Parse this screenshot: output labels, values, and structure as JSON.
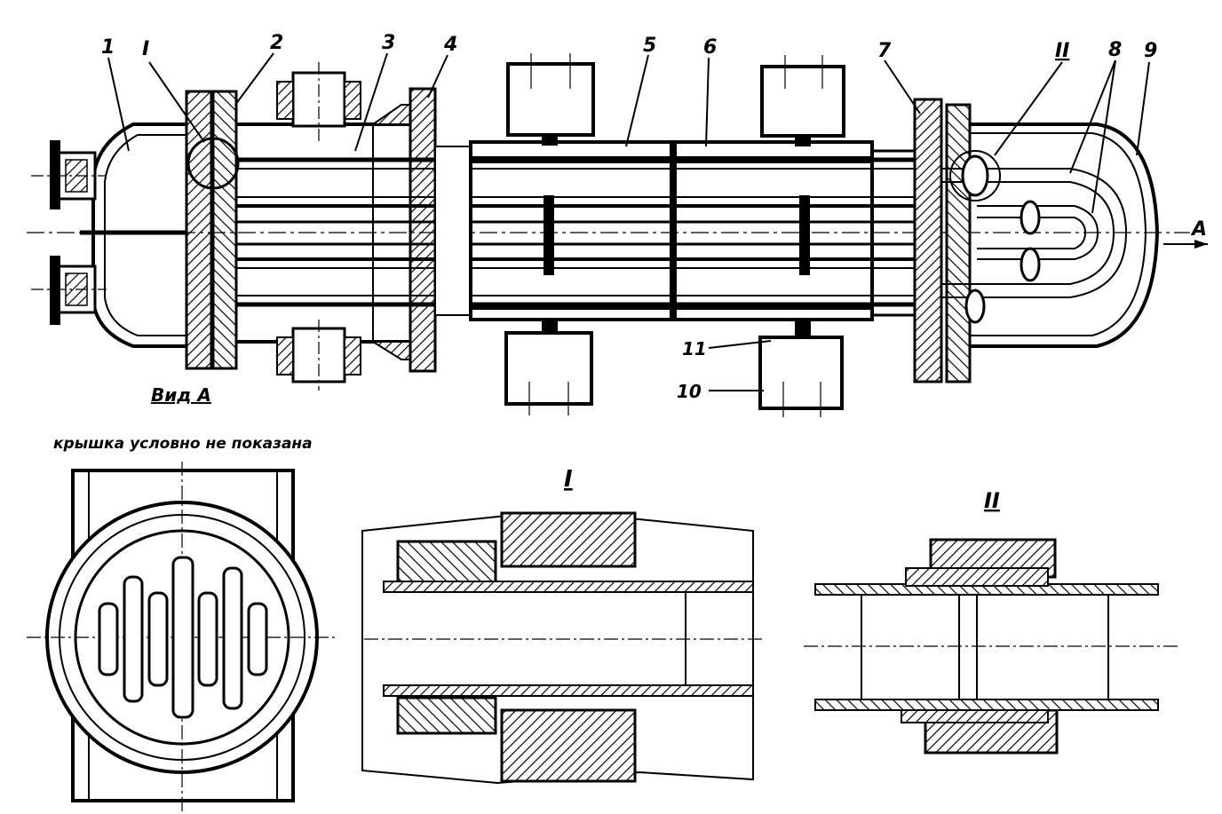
{
  "labels": {
    "callouts": [
      "1",
      "I",
      "2",
      "3",
      "4",
      "5",
      "6",
      "7",
      "II",
      "8",
      "9",
      "10",
      "11"
    ],
    "arrow_a": "A",
    "view_title": "Вид А",
    "view_note": "крышка условно не показана",
    "detail_one_title": "I",
    "detail_two_title": "II"
  }
}
